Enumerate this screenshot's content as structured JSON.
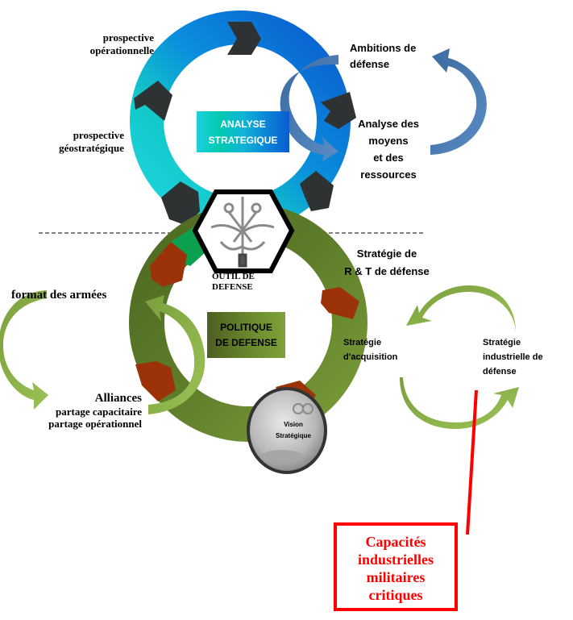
{
  "top_cycle": {
    "center_box": {
      "line1": "ANALYSE",
      "line2": "STRATEGIQUE"
    },
    "labels": {
      "prospective_operationnelle": [
        "prospective",
        "opérationnelle"
      ],
      "prospective_geostrategique": [
        "prospective",
        "géostratégique"
      ],
      "ambitions": [
        "Ambitions de",
        "défense"
      ],
      "analyse_moyens": [
        "Analyse des",
        "moyens",
        "et des",
        "ressources"
      ]
    },
    "colors": {
      "ring_primary": "#0a6fd8",
      "ring_secondary": "#1fd0dc",
      "chevron": "#2e3233",
      "arrow": "#4a77ad"
    }
  },
  "emblem": {
    "label_line1": "OUTIL DE",
    "label_line2": "DEFENSE"
  },
  "bottom_cycle": {
    "center_box": {
      "line1": "POLITIQUE",
      "line2": "DE DEFENSE"
    },
    "labels": {
      "format_armees": "format des armées",
      "alliances": [
        "Alliances",
        "partage capacitaire",
        "partage opérationnel"
      ],
      "rt_strategy": [
        "Stratégie de",
        "R & T de défense"
      ],
      "acquisition": [
        "Stratégie",
        "d'acquisition"
      ],
      "industrielle": [
        "Stratégie",
        "industrielle de",
        "défense"
      ]
    },
    "colors": {
      "ring_primary": "#5a7a2a",
      "ring_secondary": "#7ea03a",
      "chevron": "#9b3208",
      "arrow": "#8ab04a"
    }
  },
  "coin": {
    "line1": "Vision",
    "line2": "Stratégique"
  },
  "callout": {
    "lines": [
      "Capacités",
      "industrielles",
      "militaires",
      "critiques"
    ],
    "color": "#ff0000"
  }
}
